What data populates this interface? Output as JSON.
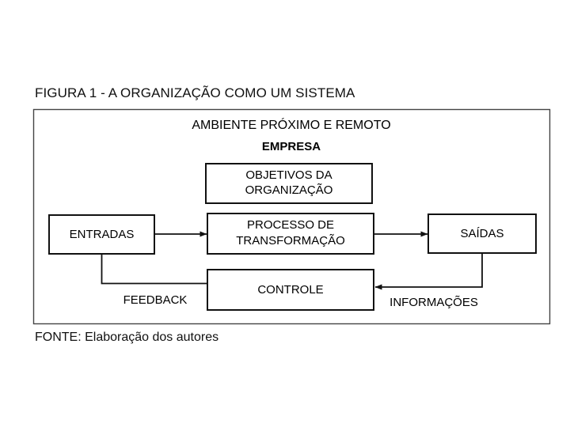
{
  "figure": {
    "title": "FIGURA 1 - A ORGANIZAÇÃO COMO UM SISTEMA",
    "source": "FONTE: Elaboração dos autores"
  },
  "diagram": {
    "banner": {
      "environment_label": "AMBIENTE PRÓXIMO E REMOTO",
      "company_label": "EMPRESA"
    },
    "nodes": [
      {
        "id": "objetivos",
        "line1": "OBJETIVOS DA",
        "line2": "ORGANIZAÇÃO"
      },
      {
        "id": "entradas",
        "line1": "ENTRADAS",
        "line2": ""
      },
      {
        "id": "processo",
        "line1": "PROCESSO DE",
        "line2": "TRANSFORMAÇÃO"
      },
      {
        "id": "saidas",
        "line1": "SAÍDAS",
        "line2": ""
      },
      {
        "id": "controle",
        "line1": "CONTROLE",
        "line2": ""
      }
    ],
    "edges": [
      {
        "id": "feedback",
        "label": "FEEDBACK"
      },
      {
        "id": "informacoes",
        "label": "INFORMAÇÕES"
      }
    ],
    "colors": {
      "frame_stroke": "#444444",
      "node_stroke": "#111111",
      "connector": "#111111",
      "background": "#ffffff",
      "text": "#000000"
    }
  }
}
